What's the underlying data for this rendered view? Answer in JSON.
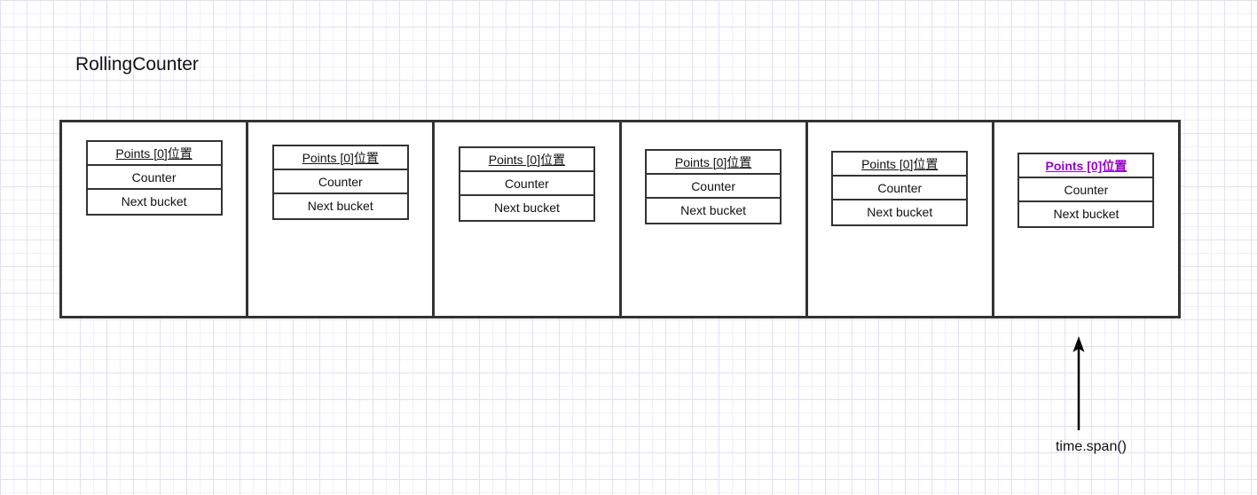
{
  "title": "RollingCounter",
  "buckets": [
    {
      "points": "Points [0]位置",
      "counter": "Counter",
      "next": "Next bucket",
      "highlighted": false
    },
    {
      "points": "Points [0]位置",
      "counter": "Counter",
      "next": "Next bucket",
      "highlighted": false
    },
    {
      "points": "Points [0]位置",
      "counter": "Counter",
      "next": "Next bucket",
      "highlighted": false
    },
    {
      "points": "Points [0]位置",
      "counter": "Counter",
      "next": "Next bucket",
      "highlighted": false
    },
    {
      "points": "Points [0]位置",
      "counter": "Counter",
      "next": "Next bucket",
      "highlighted": false
    },
    {
      "points": "Points [0]位置",
      "counter": "Counter",
      "next": "Next bucket",
      "highlighted": true
    }
  ],
  "arrow_label": "time.span()",
  "colors": {
    "highlight": "#9900cc",
    "stroke": "#333333",
    "grid_minor": "#f1effb",
    "grid_major": "#e3dff5",
    "background": "#ffffff"
  }
}
